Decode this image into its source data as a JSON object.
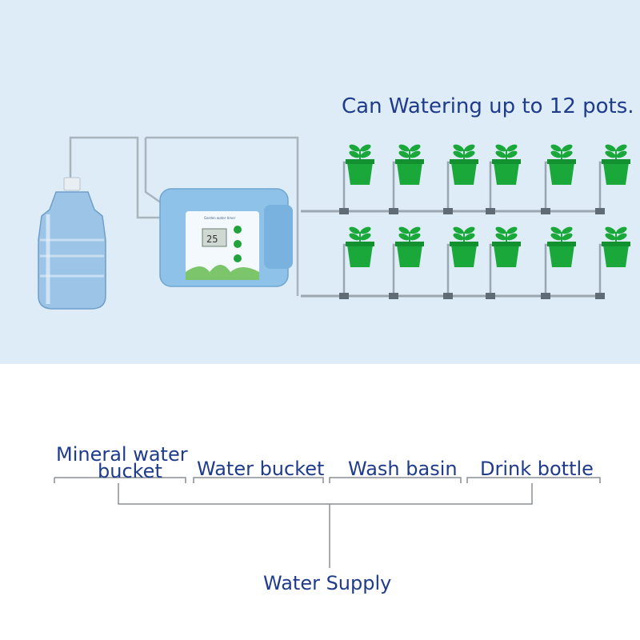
{
  "headline": "Can Watering up to 12 pots.",
  "sources": [
    {
      "label": "Mineral water bucket",
      "line1": "Mineral water",
      "line2": "bucket"
    },
    {
      "label": "Water bucket"
    },
    {
      "label": "Wash basin"
    },
    {
      "label": "Drink bottle"
    }
  ],
  "supply_label": "Water Supply",
  "device": {
    "screen_text": "25",
    "panel_title": "Garden water timer"
  },
  "pots": {
    "rows": 2,
    "per_row": 6,
    "total": 12
  },
  "colors": {
    "text_blue": "#1f3b8c",
    "panel_bg": "#ddecf6",
    "pot_green": "#1aa83a",
    "device_blue": "#8ec2e8",
    "tube_gray": "#9aa6b0"
  }
}
